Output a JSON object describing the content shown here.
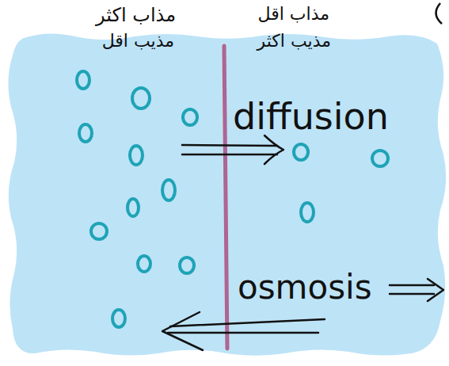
{
  "diagram": {
    "labels": [
      "مذاب اكثر",
      "مذيب اقل",
      "مذاب اقل",
      "مذيب اكثر",
      "diffusion",
      "osmosis"
    ]
  }
}
